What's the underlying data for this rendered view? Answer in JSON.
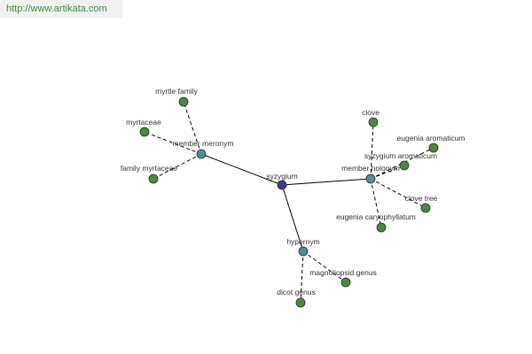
{
  "header": {
    "url": "http://www.artikata.com"
  },
  "colors": {
    "center": "#3b3b8c",
    "relation": "#4f8f94",
    "leaf": "#4a8a3e",
    "edge": "#000000",
    "label": "#333333"
  },
  "graph": {
    "center": {
      "id": "syzygium",
      "label": "syzygium"
    },
    "relations": [
      {
        "id": "member-meronym",
        "label": "member meronym",
        "leaves": [
          {
            "id": "myrtle-family",
            "label": "myrtle family"
          },
          {
            "id": "myrtaceae",
            "label": "myrtaceae"
          },
          {
            "id": "family-myrtaceae",
            "label": "family myrtaceae"
          }
        ]
      },
      {
        "id": "member-holonym",
        "label": "member holonym",
        "leaves": [
          {
            "id": "clove",
            "label": "clove"
          },
          {
            "id": "eugenia-aromaticum",
            "label": "eugenia aromaticum"
          },
          {
            "id": "syzygium-aromaticum",
            "label": "syzygium aromaticum"
          },
          {
            "id": "clove-tree",
            "label": "clove tree"
          },
          {
            "id": "eugenia-caryophyllatum",
            "label": "eugenia caryophyllatum"
          }
        ]
      },
      {
        "id": "hypernym",
        "label": "hypernym",
        "leaves": [
          {
            "id": "magnoliopsid-genus",
            "label": "magnoliopsid genus"
          },
          {
            "id": "dicot-genus",
            "label": "dicot genus"
          }
        ]
      }
    ]
  }
}
